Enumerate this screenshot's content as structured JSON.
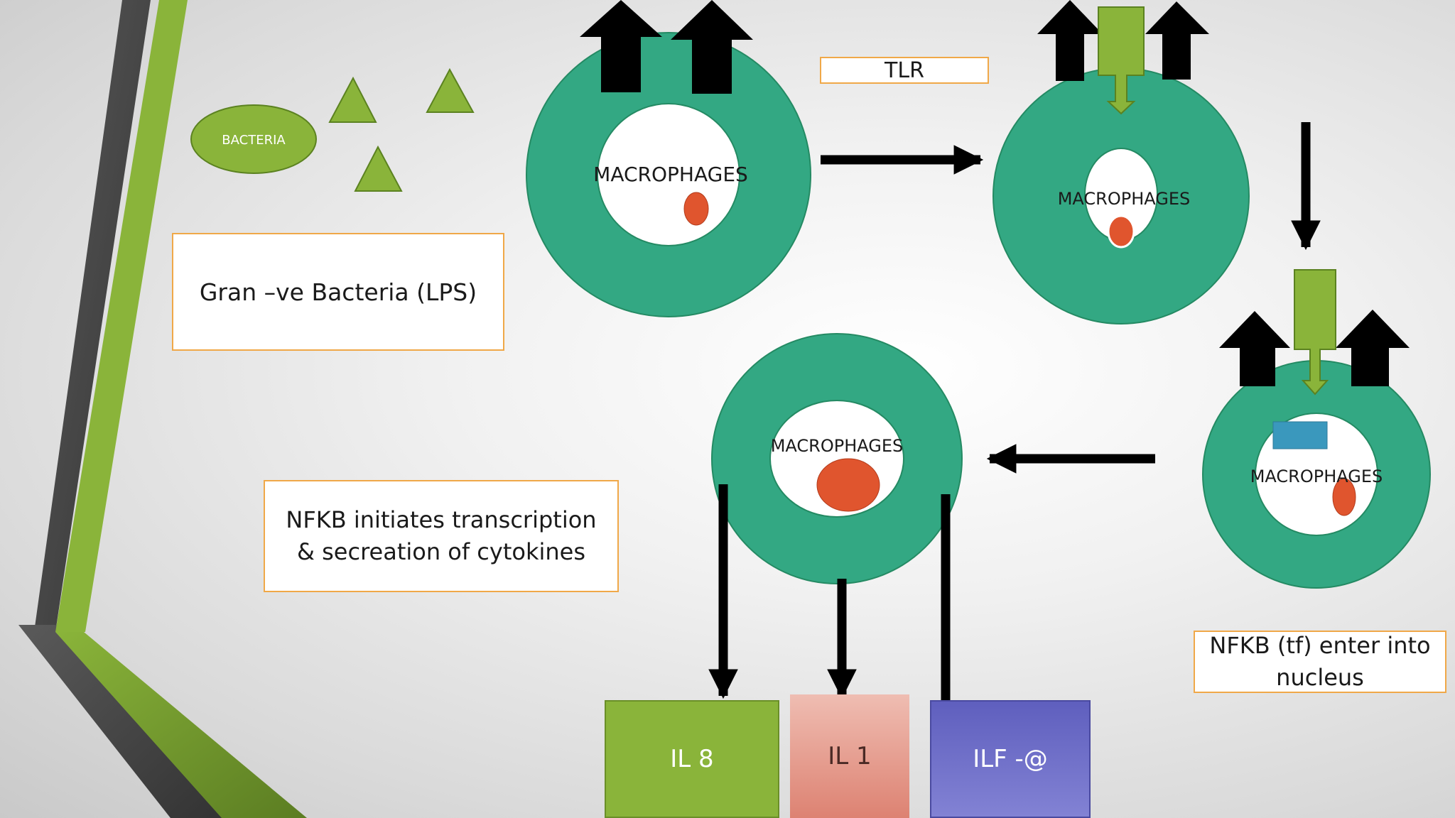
{
  "bacteria_label": "BACTERIA",
  "lps_label": "Gran –ve Bacteria (LPS)",
  "tlr_label": "TLR",
  "cell_label": "MACROPHAGES",
  "nfkb_enter_label": "NFKB (tf) enter into nucleus",
  "nfkb_transcription_label": "NFKB initiates transcription & secreation of cytokines",
  "cytokines": [
    {
      "label": "IL 8",
      "color": "#8ab43a"
    },
    {
      "label": "IL 1",
      "color": "#e79c8c"
    },
    {
      "label": "ILF -@",
      "color": "#6f6fc4"
    }
  ],
  "colors": {
    "cell_body": "#33a883",
    "cell_border": "#248a63",
    "nucleus_marker": "#e0552e",
    "green_accent": "#8ab43a",
    "label_border": "#f0a848",
    "nfkb_rect": "#3a98bd",
    "arrow": "#000000"
  }
}
